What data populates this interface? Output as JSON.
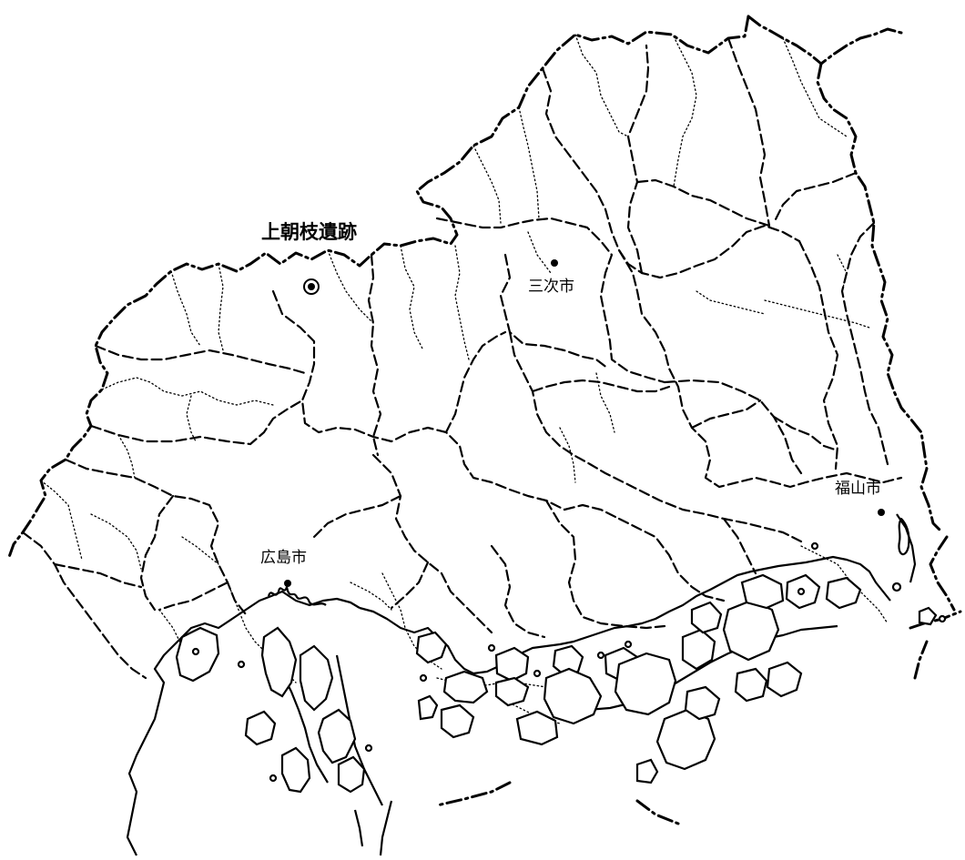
{
  "map": {
    "site_label": "上朝枝遺跡",
    "cities": [
      {
        "id": "miyoshi",
        "label": "三次市"
      },
      {
        "id": "fukuyama",
        "label": "福山市"
      },
      {
        "id": "hiroshima",
        "label": "広島市"
      }
    ]
  }
}
